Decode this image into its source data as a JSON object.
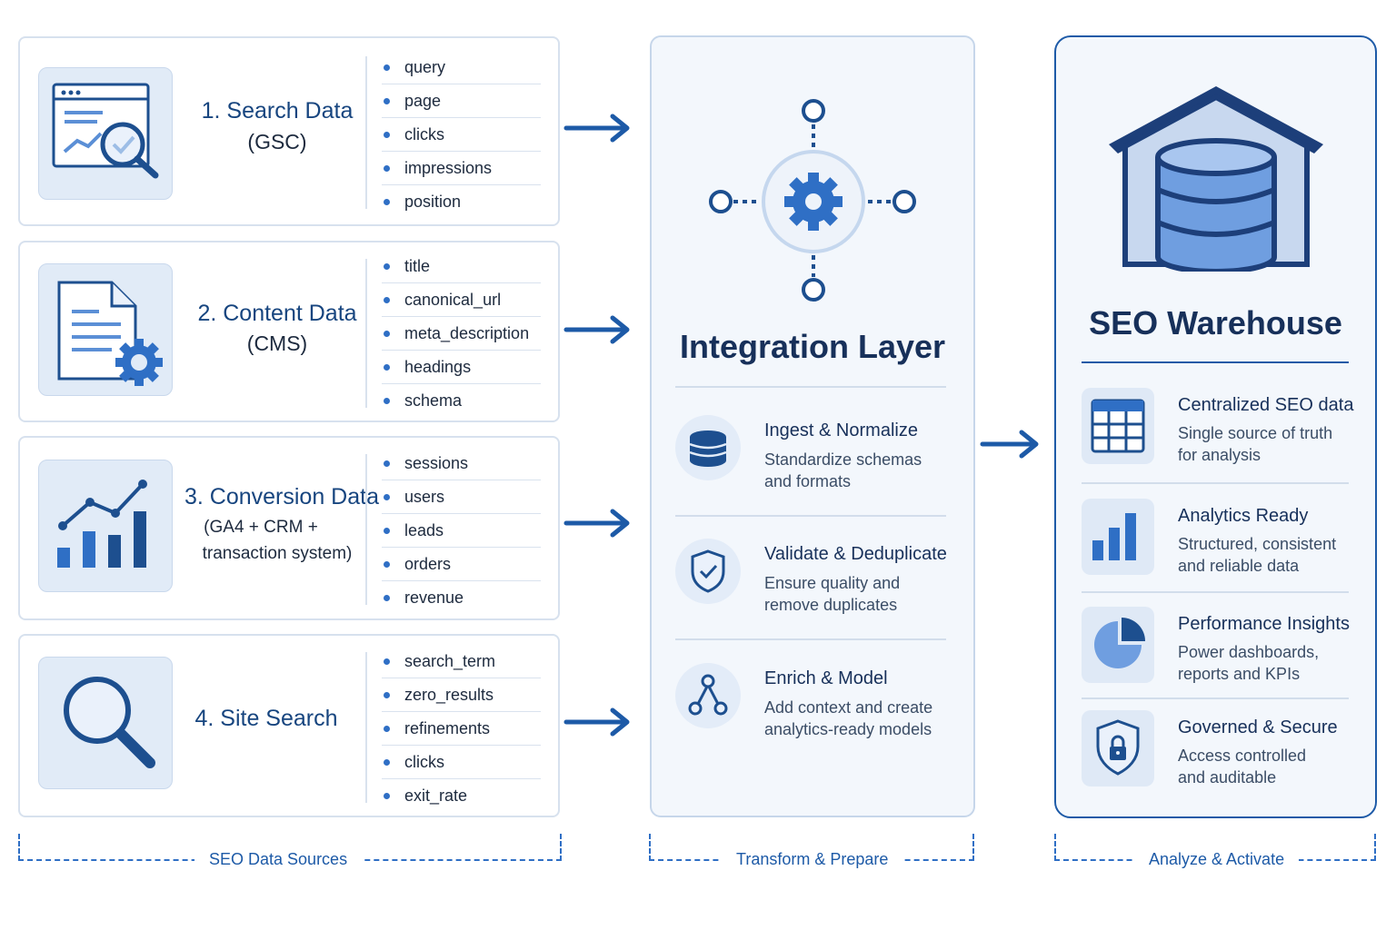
{
  "sources": [
    {
      "title": "1. Search Data",
      "subtitle": "(GSC)",
      "fields": [
        "query",
        "page",
        "clicks",
        "impressions",
        "position"
      ]
    },
    {
      "title": "2. Content Data",
      "subtitle": "(CMS)",
      "fields": [
        "title",
        "canonical_url",
        "meta_description",
        "headings",
        "schema"
      ]
    },
    {
      "title": "3. Conversion Data",
      "subtitle_lines": [
        "(GA4 + CRM +",
        "transaction system)"
      ],
      "fields": [
        "sessions",
        "users",
        "leads",
        "orders",
        "revenue"
      ]
    },
    {
      "title": "4. Site Search",
      "fields": [
        "search_term",
        "zero_results",
        "refinements",
        "clicks",
        "exit_rate"
      ]
    }
  ],
  "integration": {
    "title": "Integration Layer",
    "steps": [
      {
        "title": "Ingest & Normalize",
        "desc_lines": [
          "Standardize schemas",
          "and formats"
        ],
        "icon": "database-icon"
      },
      {
        "title": "Validate & Deduplicate",
        "desc_lines": [
          "Ensure quality and",
          "remove duplicates"
        ],
        "icon": "shield-check-icon"
      },
      {
        "title": "Enrich & Model",
        "desc_lines": [
          "Add context and create",
          "analytics-ready models"
        ],
        "icon": "nodes-icon"
      }
    ]
  },
  "warehouse": {
    "title": "SEO Warehouse",
    "features": [
      {
        "title": "Centralized SEO data",
        "desc_lines": [
          "Single source of truth",
          "for analysis"
        ],
        "icon": "table-icon"
      },
      {
        "title": "Analytics Ready",
        "desc_lines": [
          "Structured, consistent",
          "and reliable data"
        ],
        "icon": "bar-chart-icon"
      },
      {
        "title": "Performance Insights",
        "desc_lines": [
          "Power dashboards,",
          "reports and KPIs"
        ],
        "icon": "pie-chart-icon"
      },
      {
        "title": "Governed & Secure",
        "desc_lines": [
          "Access controlled",
          "and auditable"
        ],
        "icon": "lock-shield-icon"
      }
    ]
  },
  "stages": [
    "SEO Data Sources",
    "Transform & Prepare",
    "Analyze & Activate"
  ],
  "colors": {
    "primary": "#1d5aa7",
    "accent": "#2f6fc5",
    "light_panel": "#f3f7fc",
    "icon_bg": "#e1ebf7"
  }
}
